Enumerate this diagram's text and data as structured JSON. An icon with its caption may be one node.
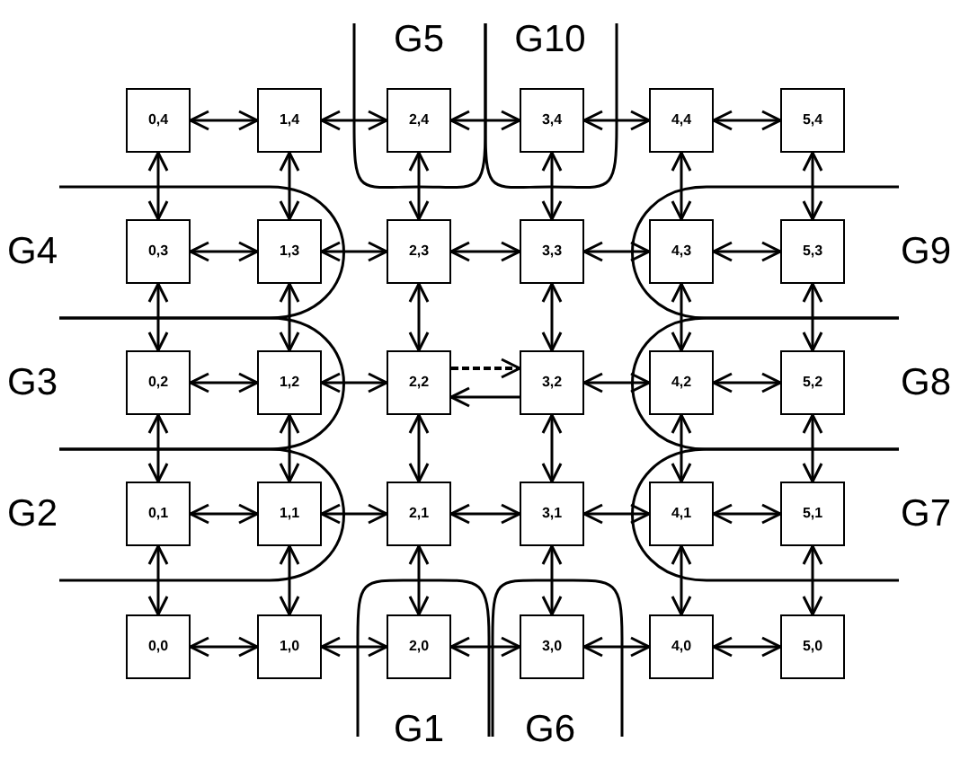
{
  "diagram": {
    "nodes": [
      {
        "text": [
          "0,4"
        ]
      },
      {
        "text": [
          "1,4"
        ]
      },
      {
        "text": [
          "2,4"
        ]
      },
      {
        "text": [
          "3,4"
        ]
      },
      {
        "text": [
          "4,4"
        ]
      },
      {
        "text": [
          "5,4"
        ]
      },
      {
        "text": [
          "0,3"
        ]
      },
      {
        "text": [
          "1,3"
        ]
      },
      {
        "text": [
          "2,3"
        ]
      },
      {
        "text": [
          "3,3"
        ]
      },
      {
        "text": [
          "4,3"
        ]
      },
      {
        "text": [
          "5,3"
        ]
      },
      {
        "text": [
          "0,2"
        ]
      },
      {
        "text": [
          "1,2"
        ]
      },
      {
        "text": [
          "2,2"
        ]
      },
      {
        "text": [
          "3,2"
        ]
      },
      {
        "text": [
          "4,2"
        ]
      },
      {
        "text": [
          "5,2"
        ]
      },
      {
        "text": [
          "0,1"
        ]
      },
      {
        "text": [
          "1,1"
        ]
      },
      {
        "text": [
          "2,1"
        ]
      },
      {
        "text": [
          "3,1"
        ]
      },
      {
        "text": [
          "4,1"
        ]
      },
      {
        "text": [
          "5,1"
        ]
      },
      {
        "text": [
          "0,0"
        ]
      },
      {
        "text": [
          "1,0"
        ]
      },
      {
        "text": [
          "2,0"
        ]
      },
      {
        "text": [
          "3,0"
        ]
      },
      {
        "text": [
          "4,0"
        ]
      },
      {
        "text": [
          "5,0"
        ]
      }
    ],
    "edges": [
      {
        "from": 0,
        "to": 1,
        "arrow": "both"
      },
      {
        "from": 1,
        "to": 2,
        "arrow": "both"
      },
      {
        "from": 2,
        "to": 3,
        "arrow": "both"
      },
      {
        "from": 3,
        "to": 4,
        "arrow": "both"
      },
      {
        "from": 4,
        "to": 5,
        "arrow": "both"
      },
      {
        "from": 6,
        "to": 7,
        "arrow": "both"
      },
      {
        "from": 7,
        "to": 8,
        "arrow": "both"
      },
      {
        "from": 8,
        "to": 9,
        "arrow": "both"
      },
      {
        "from": 9,
        "to": 10,
        "arrow": "both"
      },
      {
        "from": 10,
        "to": 11,
        "arrow": "both"
      },
      {
        "from": 12,
        "to": 13,
        "arrow": "both"
      },
      {
        "from": 13,
        "to": 14,
        "arrow": "both"
      },
      {
        "from": 14,
        "to": 15,
        "arrow": "to",
        "style": "dashed"
      },
      {
        "from": 15,
        "to": 14,
        "arrow": "to"
      },
      {
        "from": 15,
        "to": 16,
        "arrow": "both"
      },
      {
        "from": 16,
        "to": 17,
        "arrow": "both"
      },
      {
        "from": 18,
        "to": 19,
        "arrow": "both"
      },
      {
        "from": 19,
        "to": 20,
        "arrow": "both"
      },
      {
        "from": 20,
        "to": 21,
        "arrow": "both"
      },
      {
        "from": 21,
        "to": 22,
        "arrow": "both"
      },
      {
        "from": 22,
        "to": 23,
        "arrow": "both"
      },
      {
        "from": 24,
        "to": 25,
        "arrow": "both"
      },
      {
        "from": 25,
        "to": 26,
        "arrow": "both"
      },
      {
        "from": 26,
        "to": 27,
        "arrow": "both"
      },
      {
        "from": 27,
        "to": 28,
        "arrow": "both"
      },
      {
        "from": 28,
        "to": 29,
        "arrow": "both"
      },
      {
        "from": 0,
        "to": 6,
        "arrow": "both"
      },
      {
        "from": 6,
        "to": 12,
        "arrow": "both"
      },
      {
        "from": 12,
        "to": 18,
        "arrow": "both"
      },
      {
        "from": 18,
        "to": 24,
        "arrow": "both"
      },
      {
        "from": 1,
        "to": 7,
        "arrow": "both"
      },
      {
        "from": 7,
        "to": 13,
        "arrow": "both"
      },
      {
        "from": 13,
        "to": 19,
        "arrow": "both"
      },
      {
        "from": 19,
        "to": 25,
        "arrow": "both"
      },
      {
        "from": 2,
        "to": 8,
        "arrow": "both"
      },
      {
        "from": 8,
        "to": 14,
        "arrow": "both"
      },
      {
        "from": 14,
        "to": 20,
        "arrow": "both"
      },
      {
        "from": 20,
        "to": 26,
        "arrow": "both"
      },
      {
        "from": 3,
        "to": 9,
        "arrow": "both"
      },
      {
        "from": 9,
        "to": 15,
        "arrow": "both"
      },
      {
        "from": 15,
        "to": 21,
        "arrow": "both"
      },
      {
        "from": 21,
        "to": 27,
        "arrow": "both"
      },
      {
        "from": 4,
        "to": 10,
        "arrow": "both"
      },
      {
        "from": 10,
        "to": 16,
        "arrow": "both"
      },
      {
        "from": 16,
        "to": 22,
        "arrow": "both"
      },
      {
        "from": 22,
        "to": 28,
        "arrow": "both"
      },
      {
        "from": 5,
        "to": 11,
        "arrow": "both"
      },
      {
        "from": 11,
        "to": 17,
        "arrow": "both"
      },
      {
        "from": 17,
        "to": 23,
        "arrow": "both"
      },
      {
        "from": 23,
        "to": 29,
        "arrow": "both"
      }
    ],
    "labels": [
      "G5",
      "G10",
      "G4",
      "G9",
      "G3",
      "G8",
      "G2",
      "G7",
      "G1",
      "G6"
    ]
  }
}
